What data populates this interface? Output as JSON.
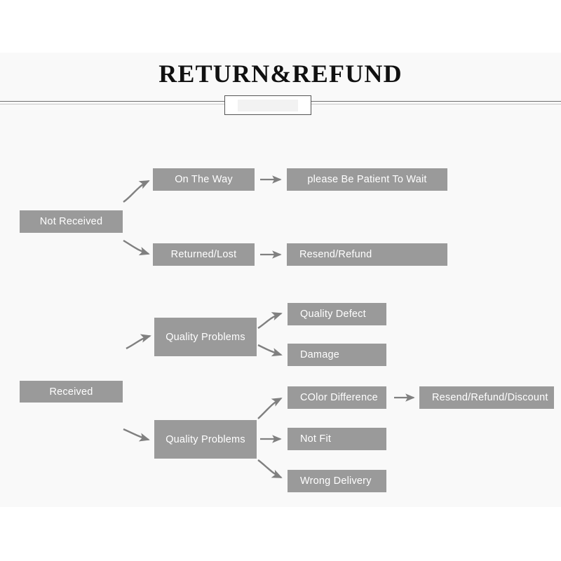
{
  "header": {
    "title": "RETURN&REFUND",
    "divider_box_label": ""
  },
  "flowchart": {
    "nodes": [
      {
        "id": "not-received",
        "label": "Not Received",
        "align": "center"
      },
      {
        "id": "on-the-way",
        "label": "On The Way",
        "align": "center"
      },
      {
        "id": "please-be-patient",
        "label": "please Be Patient To Wait",
        "align": "center"
      },
      {
        "id": "returned-lost",
        "label": "Returned/Lost",
        "align": "center"
      },
      {
        "id": "resend-refund",
        "label": "Resend/Refund",
        "align": "left"
      },
      {
        "id": "quality-problems-upper",
        "label": "Quality Problems",
        "align": "center"
      },
      {
        "id": "quality-defect",
        "label": "Quality Defect",
        "align": "left"
      },
      {
        "id": "damage",
        "label": "Damage",
        "align": "left"
      },
      {
        "id": "received",
        "label": "Received",
        "align": "center"
      },
      {
        "id": "color-difference",
        "label": "COlor Difference",
        "align": "left"
      },
      {
        "id": "resend-refund-discount",
        "label": "Resend/Refund/Discount",
        "align": "left"
      },
      {
        "id": "quality-problems-lower",
        "label": "Quality Problems",
        "align": "center"
      },
      {
        "id": "not-fit",
        "label": "Not Fit",
        "align": "left"
      },
      {
        "id": "wrong-delivery",
        "label": "Wrong Delivery",
        "align": "left"
      }
    ]
  },
  "colors": {
    "node_fill": "#9a9a9a",
    "node_text": "#ffffff",
    "panel_background": "#f9f9f9",
    "page_background": "#ffffff",
    "arrow": "#808080",
    "title_text": "#111111"
  }
}
